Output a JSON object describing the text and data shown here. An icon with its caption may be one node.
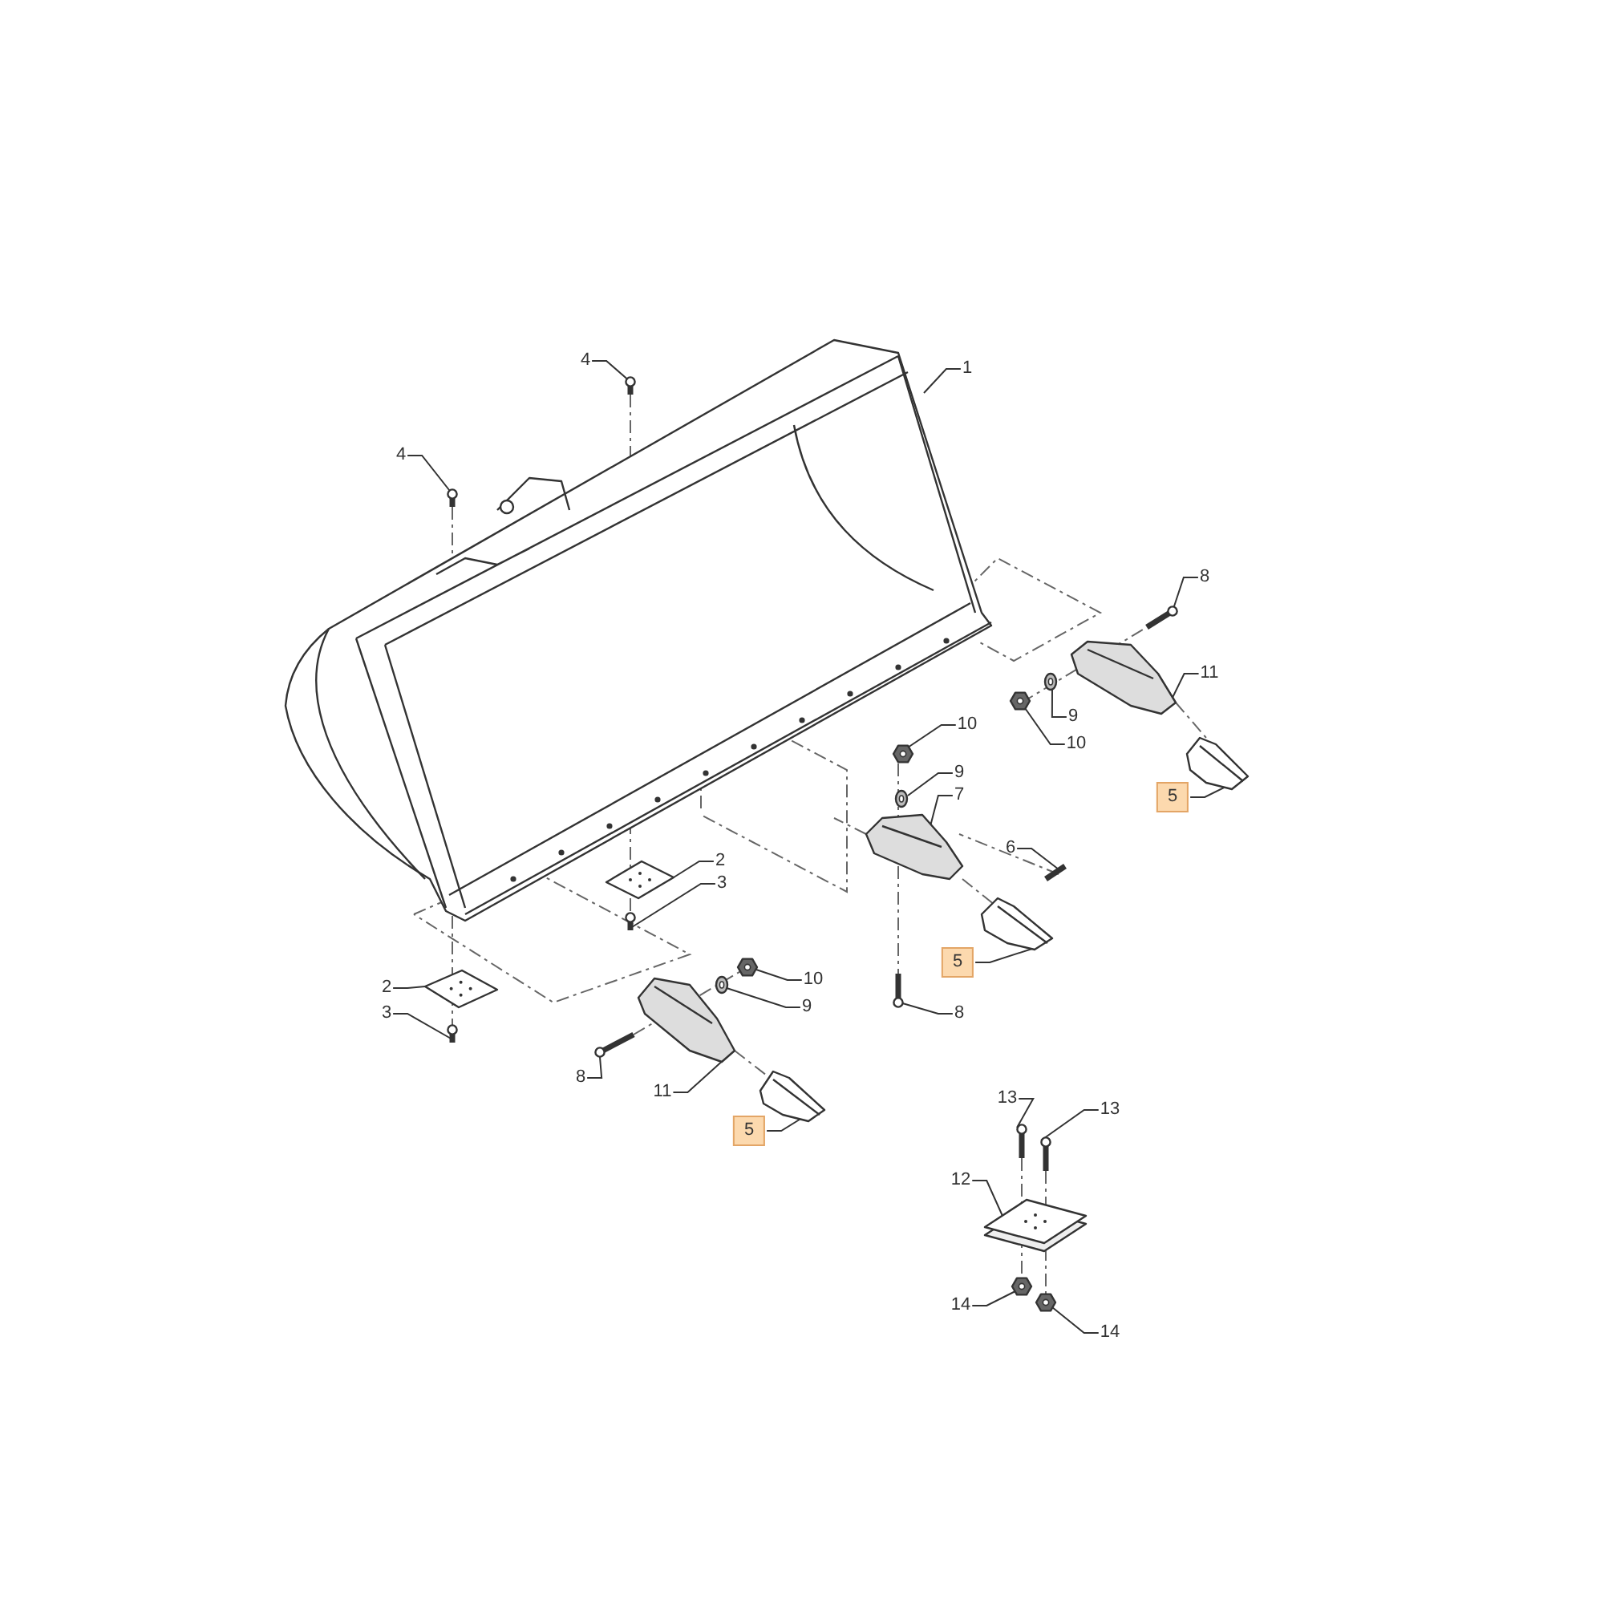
{
  "diagram": {
    "nodes": [
      {
        "text": [
          "1"
        ]
      },
      {
        "text": [
          "4"
        ]
      },
      {
        "text": [
          "4"
        ]
      },
      {
        "text": [
          "2"
        ]
      },
      {
        "text": [
          "3"
        ]
      },
      {
        "text": [
          "2"
        ]
      },
      {
        "text": [
          "3"
        ]
      },
      {
        "text": [
          "10"
        ]
      },
      {
        "text": [
          "9"
        ]
      },
      {
        "text": [
          "7"
        ]
      },
      {
        "text": [
          "6"
        ]
      },
      {
        "text": [
          "5"
        ]
      },
      {
        "text": [
          "8"
        ]
      },
      {
        "text": [
          "8"
        ]
      },
      {
        "text": [
          "11"
        ]
      },
      {
        "text": [
          "9"
        ]
      },
      {
        "text": [
          "10"
        ]
      },
      {
        "text": [
          "5"
        ]
      },
      {
        "text": [
          "10"
        ]
      },
      {
        "text": [
          "9"
        ]
      },
      {
        "text": [
          "8"
        ]
      },
      {
        "text": [
          "11"
        ]
      },
      {
        "text": [
          "5"
        ]
      },
      {
        "text": [
          "13"
        ]
      },
      {
        "text": [
          "13"
        ]
      },
      {
        "text": [
          "12"
        ]
      },
      {
        "text": [
          "14"
        ]
      },
      {
        "text": [
          "14"
        ]
      },
      {
        "text": [],
        "shape": "picture"
      },
      {
        "text": [],
        "shape": "picture"
      },
      {
        "text": [],
        "shape": "picture"
      },
      {
        "text": [],
        "shape": "picture"
      },
      {
        "text": [],
        "shape": "picture"
      },
      {
        "text": [],
        "shape": "picture"
      },
      {
        "text": [],
        "shape": "picture"
      },
      {
        "text": [],
        "shape": "picture"
      },
      {
        "text": [],
        "shape": "picture"
      },
      {
        "text": [],
        "shape": "picture"
      },
      {
        "text": [],
        "shape": "picture"
      },
      {
        "text": [],
        "shape": "picture"
      },
      {
        "text": [],
        "shape": "picture"
      },
      {
        "text": [],
        "shape": "picture"
      },
      {
        "text": [],
        "shape": "picture"
      },
      {
        "text": [],
        "shape": "picture"
      },
      {
        "text": [],
        "shape": "picture"
      },
      {
        "text": [],
        "shape": "picture"
      },
      {
        "text": [],
        "shape": "picture"
      },
      {
        "text": [],
        "shape": "picture"
      },
      {
        "text": [],
        "shape": "picture"
      },
      {
        "text": [],
        "shape": "picture"
      },
      {
        "text": [],
        "shape": "picture"
      },
      {
        "text": [],
        "shape": "picture"
      },
      {
        "text": [],
        "shape": "picture"
      },
      {
        "text": [],
        "shape": "picture"
      },
      {
        "text": [],
        "shape": "picture"
      },
      {
        "text": [],
        "shape": "picture"
      }
    ],
    "edges": [
      {
        "from": 0,
        "to": 28,
        "arrow": "none"
      },
      {
        "from": 1,
        "to": 29,
        "arrow": "none"
      },
      {
        "from": 2,
        "to": 30,
        "arrow": "none"
      },
      {
        "from": 3,
        "to": 31,
        "arrow": "none"
      },
      {
        "from": 4,
        "to": 32,
        "arrow": "none"
      },
      {
        "from": 5,
        "to": 33,
        "arrow": "none"
      },
      {
        "from": 6,
        "to": 34,
        "arrow": "none"
      },
      {
        "from": 7,
        "to": 35,
        "arrow": "none"
      },
      {
        "from": 8,
        "to": 36,
        "arrow": "none"
      },
      {
        "from": 9,
        "to": 37,
        "arrow": "none"
      },
      {
        "from": 10,
        "to": 38,
        "arrow": "none"
      },
      {
        "from": 11,
        "to": 39,
        "arrow": "none"
      },
      {
        "from": 12,
        "to": 40,
        "arrow": "none"
      },
      {
        "from": 13,
        "to": 41,
        "arrow": "none"
      },
      {
        "from": 14,
        "to": 42,
        "arrow": "none"
      },
      {
        "from": 15,
        "to": 43,
        "arrow": "none"
      },
      {
        "from": 16,
        "to": 44,
        "arrow": "none"
      },
      {
        "from": 17,
        "to": 45,
        "arrow": "none"
      },
      {
        "from": 18,
        "to": 46,
        "arrow": "none"
      },
      {
        "from": 19,
        "to": 47,
        "arrow": "none"
      },
      {
        "from": 20,
        "to": 48,
        "arrow": "none"
      },
      {
        "from": 21,
        "to": 49,
        "arrow": "none"
      },
      {
        "from": 22,
        "to": 50,
        "arrow": "none"
      },
      {
        "from": 23,
        "to": 51,
        "arrow": "none"
      },
      {
        "from": 24,
        "to": 52,
        "arrow": "none"
      },
      {
        "from": 25,
        "to": 53,
        "arrow": "none"
      },
      {
        "from": 26,
        "to": 54,
        "arrow": "none"
      },
      {
        "from": 27,
        "to": 55,
        "arrow": "none"
      }
    ]
  }
}
